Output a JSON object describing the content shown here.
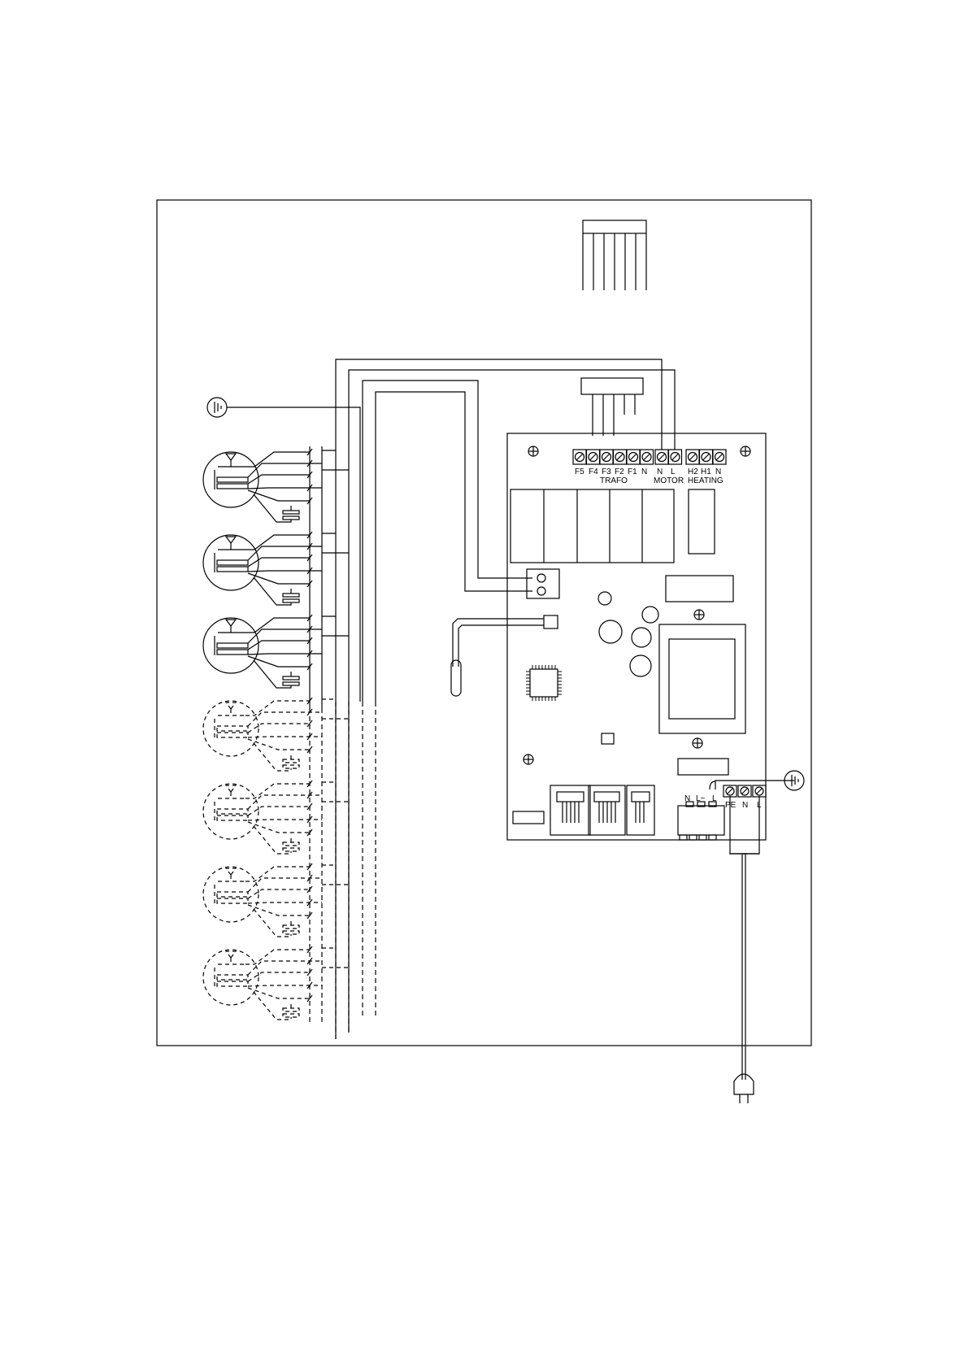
{
  "diagram": {
    "terminal_groups": {
      "trafo": {
        "pins": [
          "F5",
          "F4",
          "F3",
          "F2",
          "F1",
          "N"
        ],
        "caption": "TRAFO"
      },
      "motor": {
        "pins": [
          "N",
          "L"
        ],
        "caption": "MOTOR"
      },
      "heating": {
        "pins": [
          "H2",
          "H1",
          "N"
        ],
        "caption": "HEATING"
      }
    },
    "input_block": {
      "pins": [
        "N",
        "L~",
        "L"
      ]
    },
    "mains_terminals": {
      "pins": [
        "PE",
        "N",
        "L"
      ]
    },
    "ground_symbols": [
      "ground-icon",
      "ground-icon"
    ],
    "plug_symbol": "plug-icon",
    "lamp_groups": {
      "active": 3,
      "optional": 4
    }
  }
}
